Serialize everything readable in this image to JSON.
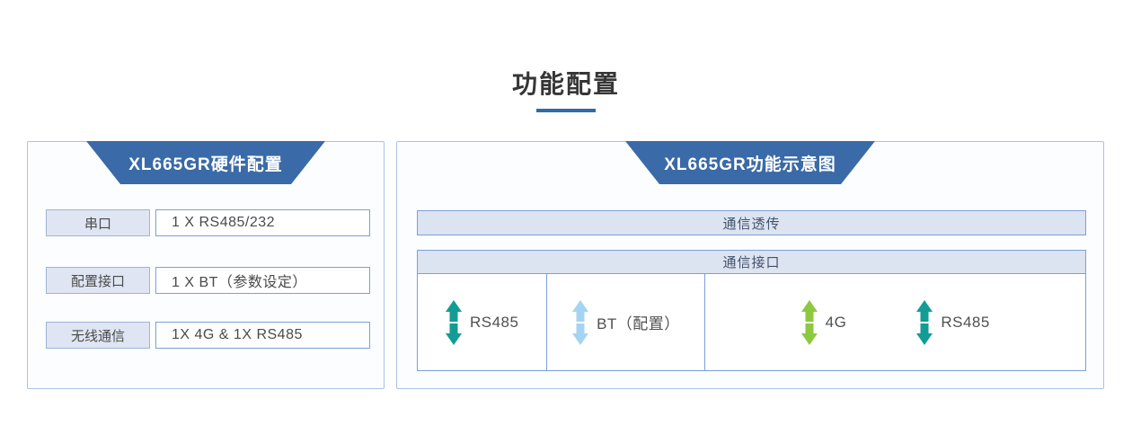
{
  "page": {
    "title": "功能配置"
  },
  "colors": {
    "accent-blue": "#2e6cab",
    "header-blue": "#3a6aa7",
    "panel-border": "#a9c3e6",
    "box-border": "#7d9fd6",
    "label-bg": "#dfe5f2",
    "bar-bg": "#dce3f1"
  },
  "hardware_panel": {
    "title": "XL665GR硬件配置",
    "rows": [
      {
        "label": "串口",
        "value": "1 X RS485/232"
      },
      {
        "label": "配置接口",
        "value": "1 X BT（参数设定）"
      },
      {
        "label": "无线通信",
        "value": "1X 4G & 1X RS485"
      }
    ]
  },
  "function_panel": {
    "title": "XL665GR功能示意图",
    "transparent_bar": "通信透传",
    "interface_header": "通信接口",
    "interfaces": [
      {
        "label": "RS485",
        "icon": "double-arrow-icon",
        "arrow_color": "#139c95"
      },
      {
        "label": "BT（配置）",
        "icon": "double-arrow-icon",
        "arrow_color": "#a5d4f3"
      },
      {
        "label": "4G",
        "icon": "double-arrow-icon",
        "arrow_color": "#8dc93f"
      },
      {
        "label": "RS485",
        "icon": "double-arrow-icon",
        "arrow_color": "#139c95"
      }
    ]
  }
}
